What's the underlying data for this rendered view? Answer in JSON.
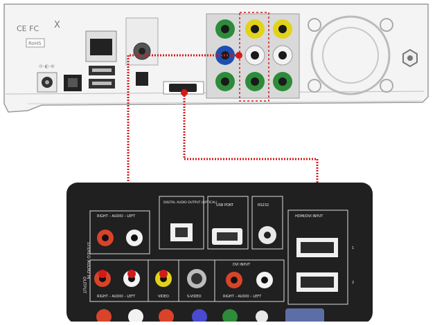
{
  "rear_unit": {
    "markings": {
      "ce": "CE FC",
      "bin": "X",
      "rohs": "RoHS"
    },
    "tiny_labels": [
      "",
      "",
      "",
      "",
      ""
    ]
  },
  "tv_panel": {
    "left_column_label_top": "STEREO AUDIO IN",
    "left_column_label_bottom": "OUTPUT",
    "side_label_1": "1",
    "side_label_2": "2",
    "labels": {
      "right_audio_left_top": "RIGHT – AUDIO – LEFT",
      "digital_audio_output": "DIGITAL AUDIO OUTPUT (OPTICAL)",
      "usb_port": "USB PORT",
      "rs232": "RS232",
      "hdmi_dvi_input": "HDMI/DVI INPUT",
      "dvi_input": "DVI INPUT",
      "right_audio_left_bottom": "RIGHT – AUDIO – LEFT",
      "video": "VIDEO",
      "s_video": "S-VIDEO",
      "right_audio_left_dvi": "RIGHT – AUDIO – LEFT"
    }
  },
  "colors": {
    "cable": "#d21a1a",
    "panel": "#202020",
    "rca_red": "#d8432a",
    "rca_yellow": "#e3d21a",
    "rca_white": "#f2f2f2",
    "rca_green": "#2e8b3a"
  }
}
